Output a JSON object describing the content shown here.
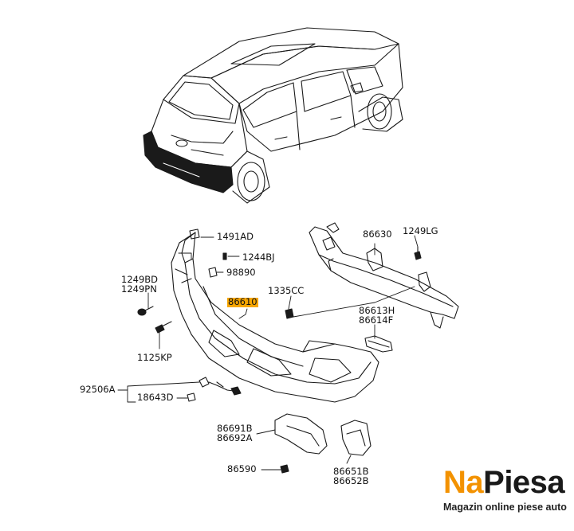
{
  "diagram": {
    "parts": {
      "p1491AD": "1491AD",
      "p1244BJ": "1244BJ",
      "p98890": "98890",
      "p1249BD": "1249BD",
      "p1249PN": "1249PN",
      "p86610": "86610",
      "p1335CC": "1335CC",
      "p86630": "86630",
      "p1249LG": "1249LG",
      "p86613H": "86613H",
      "p86614F": "86614F",
      "p1125KP": "1125KP",
      "p92506A": "92506A",
      "p18643D": "18643D",
      "p86691B": "86691B",
      "p86692A": "86692A",
      "p86590": "86590",
      "p86651B": "86651B",
      "p86652B": "86652B"
    },
    "highlight_color": "#f7a600"
  },
  "brand": {
    "name_part1": "Na",
    "name_part2": "Piesa",
    "tagline": "Magazin online piese auto",
    "accent_color": "#f39200"
  }
}
